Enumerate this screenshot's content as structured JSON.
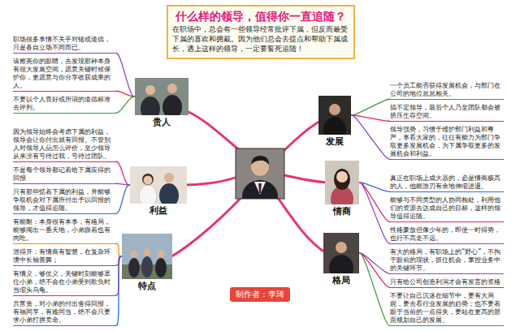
{
  "diagram": {
    "title": "什么样的领导，值得你一直追随？",
    "nodes": [
      {
        "text": [
          "什么样的领导，值得你一直追随？",
          "在职场中，总会有一些领导经常批评下属，但反而最受下属的喜欢和拥戴。因为他们总会去提点和帮助下属成长，遇上这样的领导，一定要誓死追随！"
        ]
      },
      {
        "text": [
          "贵人"
        ]
      },
      {
        "text": [
          "职场很多事情不关乎对错或道德，只是各自立场不同而已。"
        ]
      },
      {
        "text": [
          "请擦亮你的眼睛，去发现那种本身有很大发展空间，愿意关键时候保护你，更愿意与你分享收获成果的人。"
        ]
      },
      {
        "text": [
          "不要以个人喜好或所谓的道德标准去评判。"
        ]
      },
      {
        "text": [
          "利益"
        ]
      },
      {
        "text": [
          "因为领导始终会考虑下属的利益，领导会让你付出就有回报。不管别人对领导人品怎么评价，至少领导从来没有亏待过我，亏待过团队。"
        ]
      },
      {
        "text": [
          "不是每个领导都记着给下属应得的回报"
        ]
      },
      {
        "text": [
          "只有那些惦着下属的利益，并能够争取机会对下属所付出予以回报的领导，才值得追随。"
        ]
      },
      {
        "text": [
          "特点"
        ]
      },
      {
        "text": [
          "有能耐：本身很有本事，有格局，能够闯出一番天地，小弟跟着也有肉吃。"
        ]
      },
      {
        "text": [
          "混得开：有情商有智慧，在复杂环境中长袖善舞；"
        ]
      },
      {
        "text": [
          "有情义，够仗义，关键时刻能够罩住小弟，绝不会在小弟受到欺负时当缩头乌龟。"
        ]
      },
      {
        "text": [
          "共富贵，对小弟的付出舍得回报，有福同享，有难同当，绝不会只要求小弟打拼卖命。"
        ]
      },
      {
        "text": [
          "发展"
        ]
      },
      {
        "text": [
          "一个员工能否获得发展机会，与部门在公司的地位息息相关。"
        ]
      },
      {
        "text": [
          "搞不定领导，最后个人乃至团队都会被挤压生存空间。"
        ]
      },
      {
        "text": [
          "领导强势，习惯于维护部门利益和尊严，事看大家的，往往有能力为部门争取更多发展机会，为下属争取更多的发展机会和利益。"
        ]
      },
      {
        "text": [
          "情商"
        ]
      },
      {
        "text": [
          "真正在职场上成大器的，必是情商极高的人，他能游刃有余地伸缩进退。"
        ]
      },
      {
        "text": [
          "能够与不同类型的人协同相处，利用他们的资源去达成自己的目标，这样的领导值得追随。"
        ]
      },
      {
        "text": [
          "性格豪放但像少年的，即使一时得势，也行不高走不远。"
        ]
      },
      {
        "text": [
          "格局"
        ]
      },
      {
        "text": [
          "有大的格局，有职场上的“野心”，不拘于眼前的现状，抓住机会，掌控业务中的关键环节。"
        ]
      },
      {
        "text": [
          "只有给公司创造利润才会有发言的资格"
        ]
      },
      {
        "text": [
          "不要让自己沉迷在细节中，要有大局观，要去看行业发展的趋势；也不要着眼于当前的一点得失，要站在更高的层面规划自己的发展。"
        ]
      },
      {
        "text": [
          "制作者：李琦"
        ]
      }
    ],
    "edges": [
      {
        "from": 1,
        "to": 2,
        "arrow": "none"
      },
      {
        "from": 1,
        "to": 3,
        "arrow": "none"
      },
      {
        "from": 1,
        "to": 4,
        "arrow": "none"
      },
      {
        "from": 5,
        "to": 6,
        "arrow": "none"
      },
      {
        "from": 5,
        "to": 7,
        "arrow": "none"
      },
      {
        "from": 5,
        "to": 8,
        "arrow": "none"
      },
      {
        "from": 9,
        "to": 10,
        "arrow": "none"
      },
      {
        "from": 9,
        "to": 11,
        "arrow": "none"
      },
      {
        "from": 9,
        "to": 12,
        "arrow": "none"
      },
      {
        "from": 9,
        "to": 13,
        "arrow": "none"
      },
      {
        "from": 14,
        "to": 15,
        "arrow": "none"
      },
      {
        "from": 14,
        "to": 16,
        "arrow": "none"
      },
      {
        "from": 14,
        "to": 17,
        "arrow": "none"
      },
      {
        "from": 18,
        "to": 19,
        "arrow": "none"
      },
      {
        "from": 18,
        "to": 20,
        "arrow": "none"
      },
      {
        "from": 18,
        "to": 21,
        "arrow": "none"
      },
      {
        "from": 22,
        "to": 23,
        "arrow": "none"
      },
      {
        "from": 22,
        "to": 24,
        "arrow": "none"
      },
      {
        "from": 22,
        "to": 25,
        "arrow": "none"
      }
    ]
  }
}
